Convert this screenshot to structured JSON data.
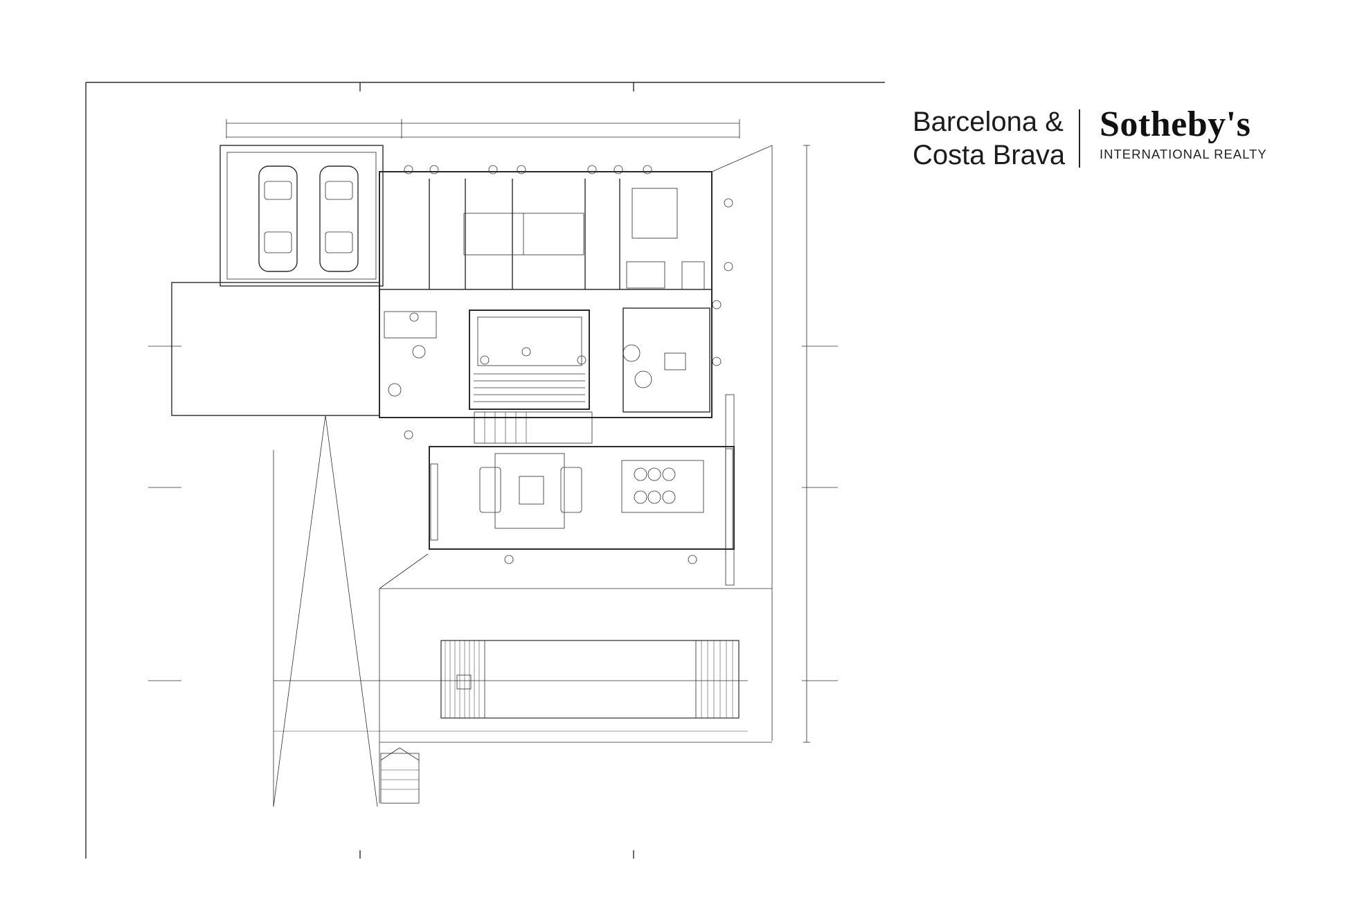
{
  "logo": {
    "line1": "Barcelona &",
    "line2": "Costa Brava",
    "name": "Sotheby's",
    "subtitle": "INTERNATIONAL REALTY"
  },
  "plan": {
    "description_icon": "architectural-floor-plan",
    "line_color": "#2b2b2b"
  }
}
